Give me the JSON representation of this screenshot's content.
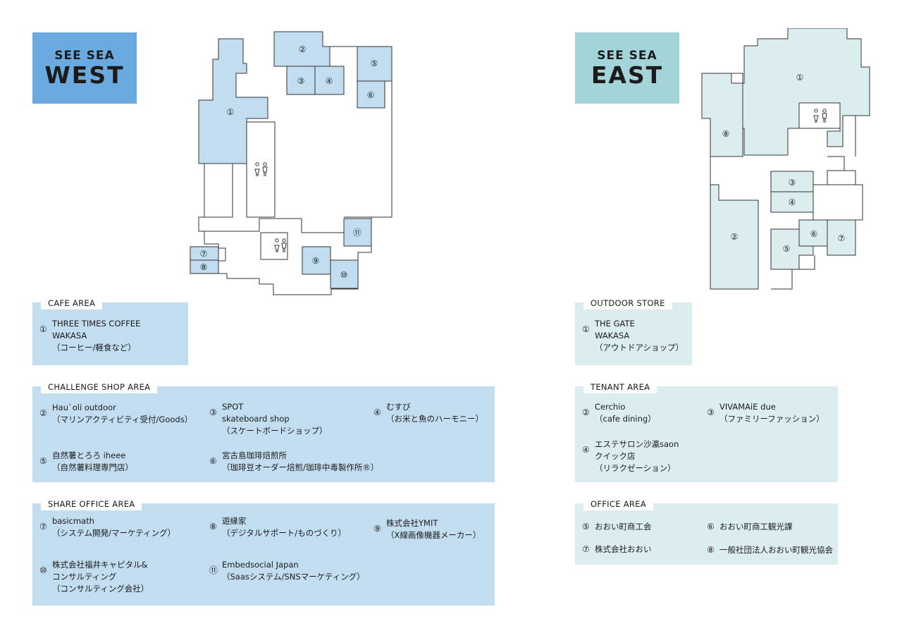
{
  "west": {
    "logo": {
      "line1": "SEE SEA",
      "line2": "WEST"
    },
    "map_labels": [
      "①",
      "②",
      "③",
      "④",
      "⑤",
      "⑥",
      "⑦",
      "⑧",
      "⑨",
      "⑩",
      "⑪"
    ],
    "cafe": {
      "title": "CAFE AREA",
      "entries": [
        {
          "num": "①",
          "lines": [
            "THREE TIMES COFFEE",
            "WAKASA",
            "（コーヒー/軽食など）"
          ]
        }
      ]
    },
    "challenge": {
      "title": "CHALLENGE SHOP AREA",
      "entries": [
        {
          "num": "②",
          "lines": [
            "Hau`oli outdoor",
            "（マリンアクティビティ受付/Goods）"
          ]
        },
        {
          "num": "③",
          "lines": [
            "SPOT",
            "skateboard shop",
            "（スケートボードショップ）"
          ]
        },
        {
          "num": "④",
          "lines": [
            "むすび",
            "（お米と魚のハーモニー）"
          ]
        },
        {
          "num": "⑤",
          "lines": [
            "自然薯とろろ iheee",
            "（自然薯料理専門店）"
          ]
        },
        {
          "num": "⑥",
          "lines": [
            "宮古島珈琲焙煎所",
            "（珈琲豆オーダー焙煎/珈琲中毒製作所®）"
          ]
        }
      ]
    },
    "office": {
      "title": "SHARE OFFICE AREA",
      "entries": [
        {
          "num": "⑦",
          "lines": [
            "basicmath",
            "（システム開発/マーケティング）"
          ]
        },
        {
          "num": "⑧",
          "lines": [
            "遊縁家",
            "（デジタルサポート/ものづくり）"
          ]
        },
        {
          "num": "⑨",
          "lines": [
            "株式会社YMIT",
            "（X線画像機器メーカー）"
          ]
        },
        {
          "num": "⑩",
          "lines": [
            "株式会社福井キャピタル&",
            "コンサルティング",
            "（コンサルティング会社）"
          ]
        },
        {
          "num": "⑪",
          "lines": [
            "Embedsocial Japan",
            "（Saasシステム/SNSマーケティング）"
          ]
        }
      ]
    }
  },
  "east": {
    "logo": {
      "line1": "SEE SEA",
      "line2": "EAST"
    },
    "map_labels": [
      "①",
      "②",
      "③",
      "④",
      "⑤",
      "⑥",
      "⑦",
      "⑧"
    ],
    "outdoor": {
      "title": "OUTDOOR STORE",
      "entries": [
        {
          "num": "①",
          "lines": [
            "THE GATE",
            "WAKASA",
            "（アウトドアショップ）"
          ]
        }
      ]
    },
    "tenant": {
      "title": "TENANT AREA",
      "entries": [
        {
          "num": "②",
          "lines": [
            "Cerchio",
            "（cafe dining）"
          ]
        },
        {
          "num": "③",
          "lines": [
            "VIVAMAiE due",
            "（ファミリーファッション）"
          ]
        },
        {
          "num": "④",
          "lines": [
            "エステサロン沙瀛saon",
            "クイック店",
            "（リラクゼーション）"
          ]
        }
      ]
    },
    "office": {
      "title": "OFFICE AREA",
      "entries": [
        {
          "num": "⑤",
          "lines": [
            "おおい町商工会"
          ]
        },
        {
          "num": "⑥",
          "lines": [
            "おおい町商工観光課"
          ]
        },
        {
          "num": "⑦",
          "lines": [
            "株式会社おおい"
          ]
        },
        {
          "num": "⑧",
          "lines": [
            "一般社団法人おおい町観光協会"
          ]
        }
      ]
    }
  },
  "colors": {
    "west_logo": "#6aaade",
    "west_fill": "#c3ddf0",
    "east_logo": "#a3d4da",
    "east_fill": "#dcedf0"
  },
  "icons": [
    "restroom-icon"
  ]
}
